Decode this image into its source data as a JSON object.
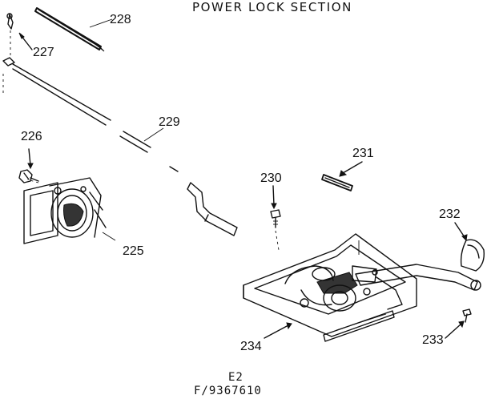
{
  "title": "POWER LOCK SECTION",
  "callouts": {
    "p225": "225",
    "p226": "226",
    "p227": "227",
    "p228": "228",
    "p229": "229",
    "p230": "230",
    "p231": "231",
    "p232": "232",
    "p233": "233",
    "p234": "234"
  },
  "footer": {
    "line1": "E2",
    "line2": "F/9367610"
  },
  "colors": {
    "ink": "#111111",
    "background": "#ffffff"
  }
}
